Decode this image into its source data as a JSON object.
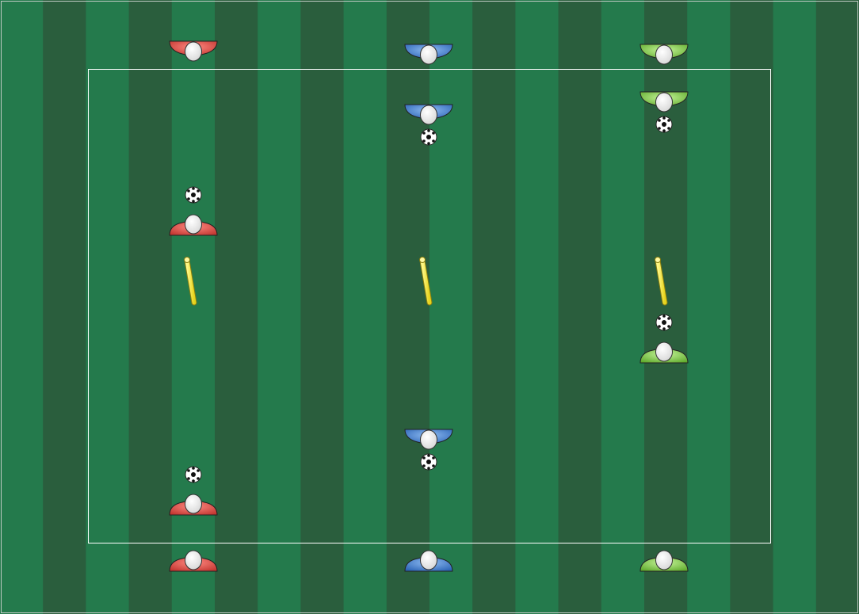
{
  "colors": {
    "stripe_light": "#247a4c",
    "stripe_dark": "#2a5e3d",
    "line": "#ffffff",
    "team_red": "#d94a44",
    "team_blue": "#3a78c9",
    "team_green": "#7fc545",
    "pole": "#f4ec3a",
    "head": "#f2f2f2"
  },
  "icons": {
    "player": "player-marker-icon",
    "ball": "soccer-ball-icon",
    "pole": "training-pole-icon"
  },
  "players": [
    {
      "id": "red-1",
      "team": "red",
      "facing": "down",
      "lane": 1,
      "row": "top-outside"
    },
    {
      "id": "red-2",
      "team": "red",
      "facing": "up",
      "lane": 1,
      "row": "upper"
    },
    {
      "id": "red-3",
      "team": "red",
      "facing": "up",
      "lane": 1,
      "row": "lower"
    },
    {
      "id": "red-4",
      "team": "red",
      "facing": "up",
      "lane": 1,
      "row": "bottom-outside"
    },
    {
      "id": "blue-1",
      "team": "blue",
      "facing": "down",
      "lane": 2,
      "row": "top-outside"
    },
    {
      "id": "blue-2",
      "team": "blue",
      "facing": "down",
      "lane": 2,
      "row": "upper"
    },
    {
      "id": "blue-3",
      "team": "blue",
      "facing": "down",
      "lane": 2,
      "row": "lower"
    },
    {
      "id": "blue-4",
      "team": "blue",
      "facing": "up",
      "lane": 2,
      "row": "bottom-outside"
    },
    {
      "id": "green-1",
      "team": "green",
      "facing": "down",
      "lane": 3,
      "row": "top-outside"
    },
    {
      "id": "green-2",
      "team": "green",
      "facing": "down",
      "lane": 3,
      "row": "upper"
    },
    {
      "id": "green-3",
      "team": "green",
      "facing": "up",
      "lane": 3,
      "row": "lower"
    },
    {
      "id": "green-4",
      "team": "green",
      "facing": "up",
      "lane": 3,
      "row": "bottom-outside"
    }
  ],
  "balls": [
    {
      "id": "ball-red-upper",
      "lane": 1,
      "with": "red-2"
    },
    {
      "id": "ball-red-lower",
      "lane": 1,
      "with": "red-3"
    },
    {
      "id": "ball-blue-upper",
      "lane": 2,
      "with": "blue-2"
    },
    {
      "id": "ball-blue-lower",
      "lane": 2,
      "with": "blue-3"
    },
    {
      "id": "ball-green-upper",
      "lane": 3,
      "with": "green-2"
    },
    {
      "id": "ball-green-lower",
      "lane": 3,
      "with": "green-3"
    }
  ],
  "poles": [
    {
      "id": "pole-lane-1",
      "lane": 1
    },
    {
      "id": "pole-lane-2",
      "lane": 2
    },
    {
      "id": "pole-lane-3",
      "lane": 3
    }
  ]
}
